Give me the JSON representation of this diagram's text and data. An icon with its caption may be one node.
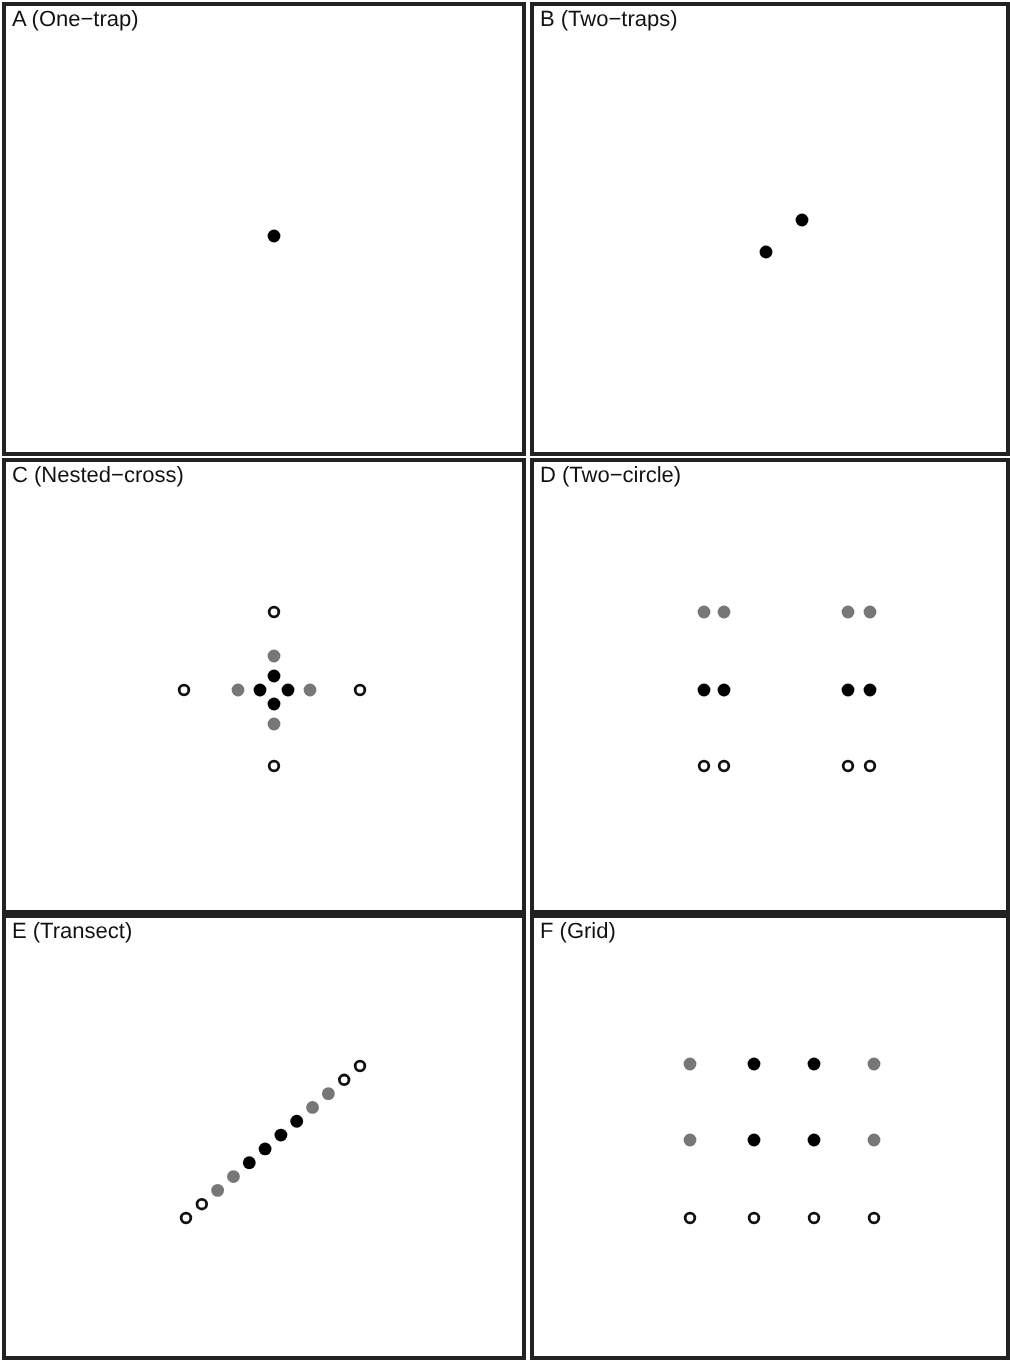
{
  "diagram": {
    "nodes": [
      {
        "text": [
          "A (One−trap)"
        ]
      },
      {
        "text": [
          "B (Two−traps)"
        ]
      },
      {
        "text": [
          "C (Nested−cross)"
        ]
      },
      {
        "text": [
          "D (Two−circle)"
        ]
      },
      {
        "text": [
          "E (Transect)"
        ]
      },
      {
        "text": [
          "F (Grid)"
        ]
      }
    ]
  }
}
